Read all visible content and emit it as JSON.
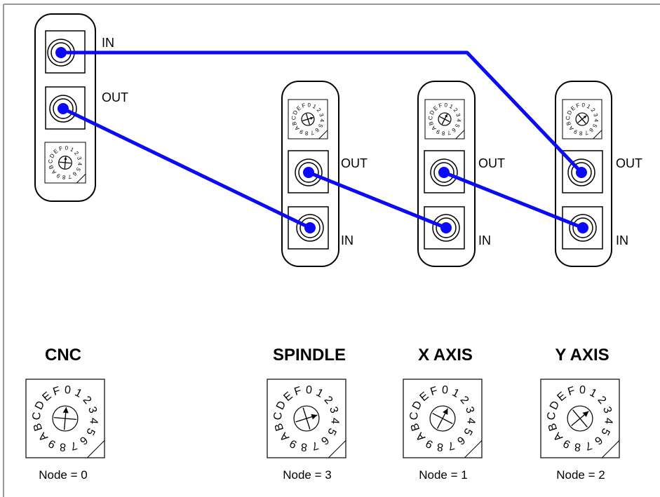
{
  "colors": {
    "cable": "#0a0af5",
    "line": "#000000",
    "frame": "#999999"
  },
  "dial_characters": [
    "0",
    "1",
    "2",
    "3",
    "4",
    "5",
    "6",
    "7",
    "8",
    "9",
    "A",
    "B",
    "C",
    "D",
    "E",
    "F"
  ],
  "modules": [
    {
      "id": "cnc",
      "title": "CNC",
      "in_label": "IN",
      "out_label": "OUT",
      "node_label": "Node = 0",
      "dial_value": 0
    },
    {
      "id": "spindle",
      "title": "SPINDLE",
      "in_label": "IN",
      "out_label": "OUT",
      "node_label": "Node = 3",
      "dial_value": 3
    },
    {
      "id": "x-axis",
      "title": "X AXIS",
      "in_label": "IN",
      "out_label": "OUT",
      "node_label": "Node = 1",
      "dial_value": 1
    },
    {
      "id": "y-axis",
      "title": "Y AXIS",
      "in_label": "IN",
      "out_label": "OUT",
      "node_label": "Node = 2",
      "dial_value": 2
    }
  ],
  "connections": [
    {
      "from": "cnc.in",
      "to": "y-axis.out"
    },
    {
      "from": "cnc.out",
      "to": "spindle.in"
    },
    {
      "from": "spindle.out",
      "to": "x-axis.in"
    },
    {
      "from": "x-axis.out",
      "to": "y-axis.in"
    }
  ]
}
